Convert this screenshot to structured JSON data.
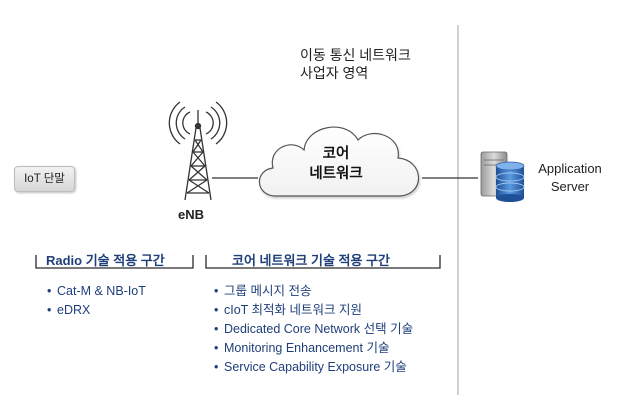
{
  "region": {
    "line1": "이동 통신 네트워크",
    "line2": "사업자 영역"
  },
  "device": {
    "label": "IoT 단말"
  },
  "enb": {
    "label": "eNB",
    "icon": "cell-tower-icon"
  },
  "cloud": {
    "line1": "코어",
    "line2": "네트워크",
    "icon": "cloud-icon"
  },
  "server": {
    "line1": "Application",
    "line2": "Server",
    "icon": "database-server-icon"
  },
  "sections": {
    "radio": {
      "title": "Radio 기술 적용 구간",
      "items": [
        "Cat-M & NB-IoT",
        "eDRX"
      ]
    },
    "core": {
      "title": "코어 네트워크 기술 적용 구간",
      "items": [
        "그룹 메시지 전송",
        "cIoT 최적화 네트워크 지원",
        "Dedicated Core Network 선택 기술",
        "Monitoring Enhancement 기술",
        "Service Capability Exposure 기술"
      ]
    }
  },
  "colors": {
    "section_text": "#1f3f7a",
    "bracket": "#2a2a2a",
    "divider": "#b5b5b5",
    "cloud_fill": "#ffffff",
    "db_blue": "#3a78c4"
  }
}
